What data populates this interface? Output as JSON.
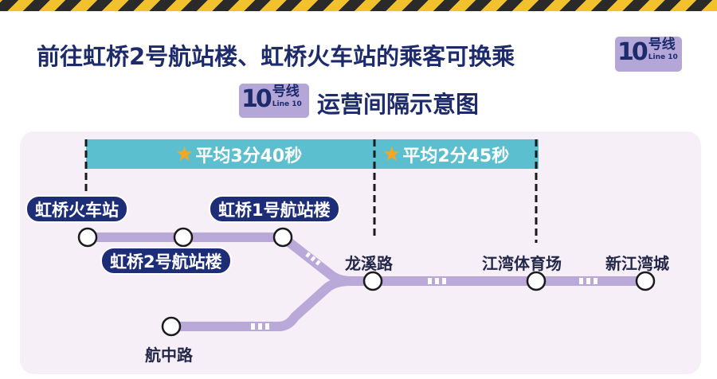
{
  "header": {
    "title_line1": "前往虹桥2号航站楼、虹桥火车站的乘客可换乘",
    "title_line2": "运营间隔示意图",
    "line_badge": {
      "number": "10",
      "hanzi": "号线",
      "english": "Line 10"
    }
  },
  "intervals": [
    {
      "icon": "star-icon",
      "label": "平均3分40秒"
    },
    {
      "icon": "star-icon",
      "label": "平均2分45秒"
    }
  ],
  "stations": {
    "hongqiao_railway": "虹桥火车站",
    "hongqiao_t2": "虹桥2号航站楼",
    "hongqiao_t1": "虹桥1号航站楼",
    "longxi_road": "龙溪路",
    "jiangwan_stadium": "江湾体育场",
    "xinjiangwan_city": "新江湾城",
    "hangzhong_road": "航中路"
  },
  "colors": {
    "line": "#b9a8d8",
    "navy": "#1e2d78",
    "interval_bar": "#5cbfd0",
    "panel": "#f7eff7"
  }
}
